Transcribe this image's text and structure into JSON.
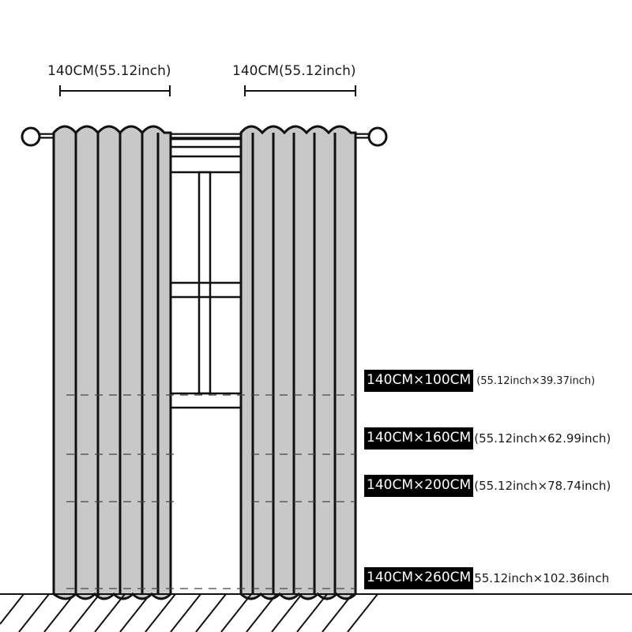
{
  "width_labels": {
    "left": "140CM(55.12inch)",
    "right": "140CM(55.12inch)"
  },
  "sizes": [
    {
      "main": "140CM×100CM",
      "inch": "(55.12inch×39.37inch)",
      "inch_font": 13
    },
    {
      "main": "140CM×160CM",
      "inch": "(55.12inch×62.99inch)",
      "inch_font": 15
    },
    {
      "main": "140CM×200CM",
      "inch": "(55.12inch×78.74inch)",
      "inch_font": 15
    },
    {
      "main": "140CM×260CM",
      "inch": "55.12inch×102.36inch",
      "inch_font": 15
    }
  ],
  "colors": {
    "curtain_fill": "#c8c8c8",
    "outline": "#111111",
    "label_bg": "#000000",
    "label_text": "#ffffff"
  }
}
